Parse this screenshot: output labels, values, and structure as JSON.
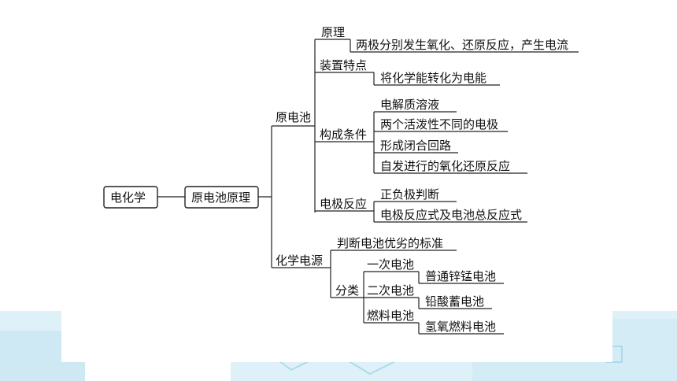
{
  "colors": {
    "line": "#222222",
    "text": "#111111",
    "decor": "#bfe3f2"
  },
  "root": "电化学",
  "level1": "原电池原理",
  "branch_a": {
    "label": "原电池",
    "principle": {
      "label": "原理",
      "detail": "两极分别发生氧化、还原反应，产生电流"
    },
    "device": {
      "label": "装置特点",
      "detail": "将化学能转化为电能"
    },
    "conditions": {
      "label": "构成条件",
      "items": [
        "电解质溶液",
        "两个活泼性不同的电极",
        "形成闭合回路",
        "自发进行的氧化还原反应"
      ]
    },
    "electrode": {
      "label": "电极反应",
      "items": [
        "正负极判断",
        "电极反应式及电池总反应式"
      ]
    }
  },
  "branch_b": {
    "label": "化学电源",
    "criterion": "判断电池优劣的标准",
    "classification": {
      "label": "分类",
      "types": [
        {
          "label": "一次电池",
          "example": "普通锌锰电池"
        },
        {
          "label": "二次电池",
          "example": "铅酸蓄电池"
        },
        {
          "label": "燃料电池",
          "example": "氢氧燃料电池"
        }
      ]
    }
  }
}
